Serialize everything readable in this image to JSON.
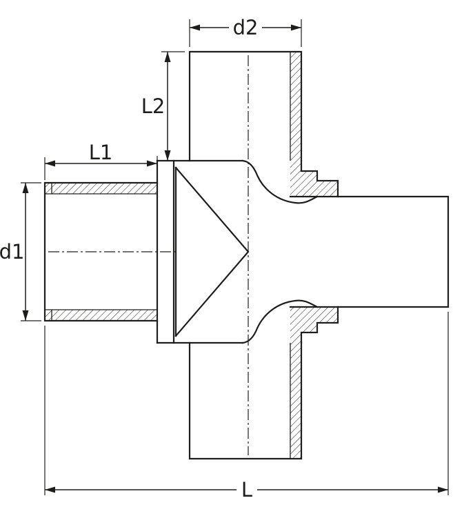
{
  "labels": {
    "d2": "d2",
    "L2": "L2",
    "L1": "L1",
    "d1": "d1",
    "L": "L"
  },
  "colors": {
    "line": "#1d1d1b",
    "background": "#ffffff"
  }
}
